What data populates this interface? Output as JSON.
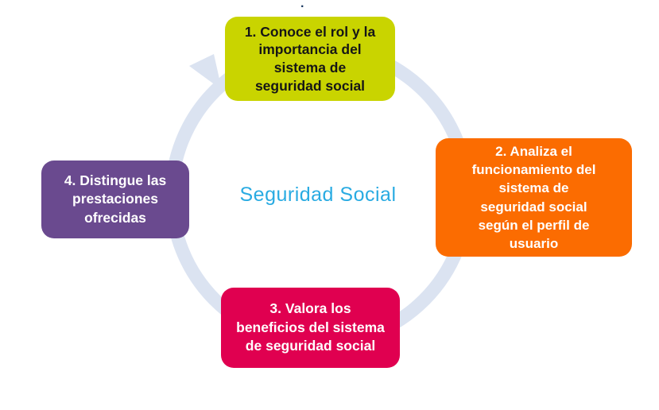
{
  "diagram": {
    "type": "cycle",
    "center_label": {
      "text": "Seguridad Social",
      "color": "#29ABE2"
    },
    "cycle_arrow": {
      "color": "#DBE3F1",
      "direction": "clockwise"
    },
    "stray_mark": {
      "text": "."
    },
    "steps": [
      {
        "position": "top",
        "label": "1. Conoce el rol y la\nimportancia del\nsistema de\nseguridad social",
        "fill": "#C9D400",
        "text_color": "#161616"
      },
      {
        "position": "right",
        "label": "2. Analiza el\nfuncionamiento del\nsistema de\nseguridad social\nsegún el perfil de\nusuario",
        "fill": "#FB6C01",
        "text_color": "#FFFFFF"
      },
      {
        "position": "bottom",
        "label": "3. Valora los\nbeneficios del sistema\nde seguridad social",
        "fill": "#E00050",
        "text_color": "#FFFFFF"
      },
      {
        "position": "left",
        "label": "4. Distingue las\nprestaciones\nofrecidas",
        "fill": "#6A4A8F",
        "text_color": "#FFFFFF"
      }
    ]
  }
}
